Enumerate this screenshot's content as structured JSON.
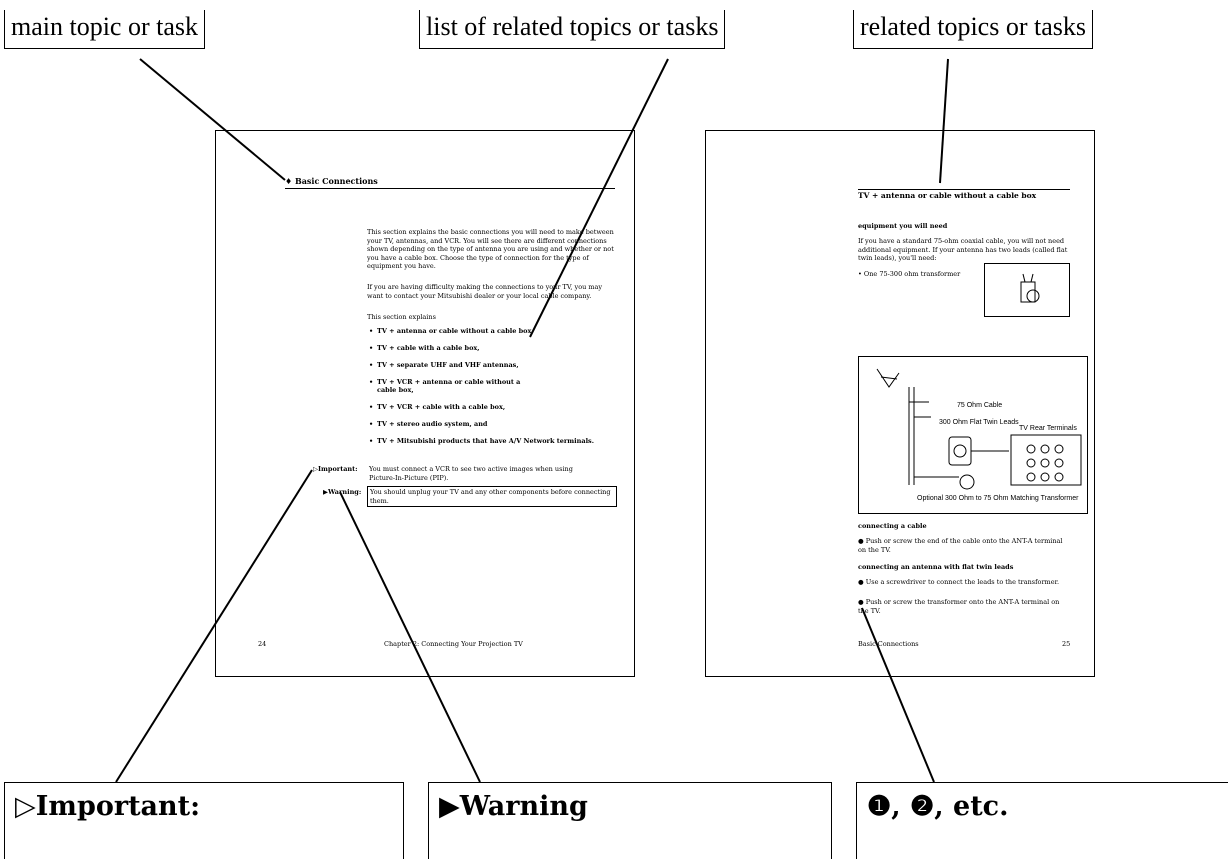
{
  "callouts": {
    "main_topic": "main topic or task",
    "list_related": "list of related topics or tasks",
    "related_topics": "related topics or tasks"
  },
  "bottom_boxes": {
    "important": "Important:",
    "warning": "Warning",
    "steps": "❶, ❷, etc."
  },
  "left_page": {
    "heading": "Basic Connections",
    "intro": "This section explains the basic connections you will need to make between your TV, antennas, and VCR. You will see there are different connections shown depending on the type of antenna you are using and whether or not you have a cable box. Choose the type of connection for the type of equipment you have.",
    "difficulty": "If you are having difficulty making the connections to your TV, you may want to contact your Mitsubishi dealer or your local cable company.",
    "explains": "This section explains",
    "items": [
      "TV + antenna or cable without a cable box,",
      "TV + cable with a cable box,",
      "TV + separate UHF and VHF antennas,",
      "TV + VCR + antenna or cable without a cable box,",
      "TV + VCR + cable with a cable box,",
      "TV + stereo audio system, and",
      "TV + Mitsubishi products that have A/V Network terminals."
    ],
    "important_label": "▷Important:",
    "important_text": "You must connect a VCR to see two active images when using Picture-In-Picture (PIP).",
    "warning_label": "▶Warning:",
    "warning_text": "You should unplug your TV and any other components before connecting them.",
    "page_number": "24",
    "footer": "Chapter 2: Connecting Your Projection TV"
  },
  "right_page": {
    "heading": "TV + antenna or cable without a cable box",
    "equipment_heading": "equipment you will need",
    "equipment_text": "If you have a standard 75-ohm coaxial cable, you will not need additional equipment. If your antenna has two leads (called flat twin leads), you'll need:",
    "equipment_item": "One 75-300 ohm transformer",
    "diagram": {
      "cable_label": "75 Ohm Cable",
      "flat_label": "300 Ohm Flat Twin Leads",
      "rear_label": "TV Rear Terminals",
      "transformer_label": "Optional 300 Ohm to 75 Ohm Matching Transformer"
    },
    "cable_heading": "connecting a cable",
    "cable_step": "Push or screw the end of the cable onto the ANT-A terminal on the TV.",
    "antenna_heading": "connecting an antenna with flat twin leads",
    "antenna_step1": "Use a screwdriver to connect the leads to the transformer.",
    "antenna_step2": "Push or screw the transformer onto the ANT-A terminal on the TV.",
    "footer": "Basic Connections",
    "page_number": "25"
  }
}
